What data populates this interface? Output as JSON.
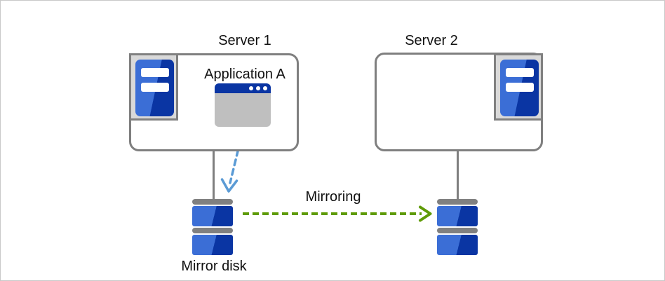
{
  "nodes": {
    "server1": {
      "label": "Server 1",
      "application": "Application A"
    },
    "server2": {
      "label": "Server 2"
    }
  },
  "labels": {
    "mirroring": "Mirroring",
    "mirror_disk": "Mirror disk"
  },
  "icons": {
    "server1_icon": "server-tower-icon",
    "server2_icon": "server-tower-icon",
    "application_icon": "app-window-icon",
    "disk_left_icon": "mirror-disk-icon",
    "disk_right_icon": "mirror-disk-icon",
    "app_to_disk_arrow": "dashed-blue-arrow-down",
    "mirroring_arrow": "dashed-green-arrow-right"
  },
  "colors": {
    "icon_blue_light": "#3b6ed6",
    "icon_blue_dark": "#0a35a3",
    "window_titlebar": "#0a35a3",
    "window_body": "#bfbfbf",
    "plate_gray": "#d9d9d9",
    "line_gray": "#7f7f7f",
    "arrow_blue": "#5b9bd5",
    "arrow_green": "#5f9b07",
    "canvas_border": "#c9c9c9"
  }
}
